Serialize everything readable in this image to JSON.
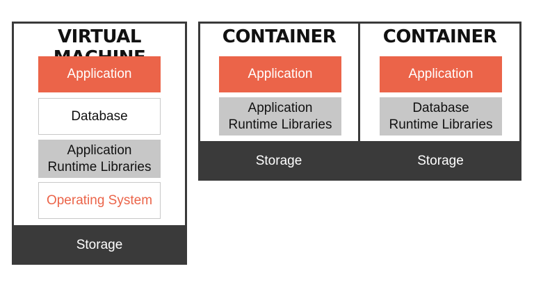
{
  "vm": {
    "title": "VIRTUAL MACHINE",
    "layers": [
      "Application",
      "Database",
      "Application\nRuntime Libraries",
      "Operating System"
    ],
    "storage": "Storage"
  },
  "containers": [
    {
      "title": "CONTAINER",
      "layers": [
        "Application",
        "Application\nRuntime Libraries"
      ]
    },
    {
      "title": "CONTAINER",
      "layers": [
        "Application",
        "Database\nRuntime Libraries"
      ]
    }
  ],
  "container_storage": [
    "Storage",
    "Storage"
  ],
  "colors": {
    "accent": "#eb6449",
    "dark": "#3a3a3a",
    "gray": "#c7c7c7"
  }
}
